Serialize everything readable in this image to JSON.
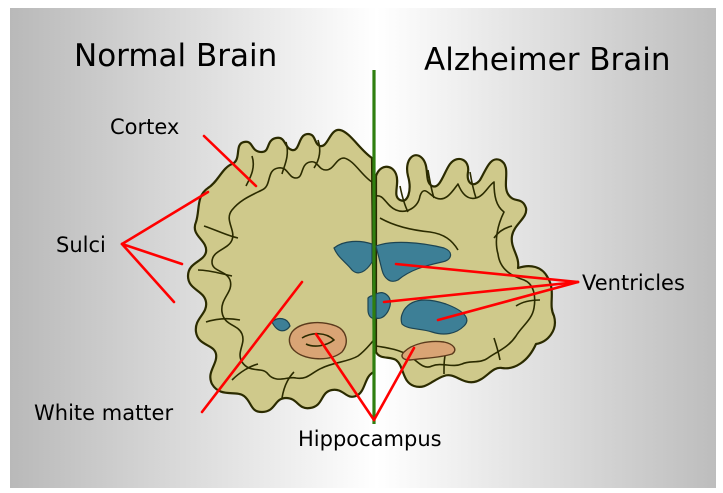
{
  "titles": {
    "left": "Normal Brain",
    "right": "Alzheimer Brain"
  },
  "labels": {
    "cortex": "Cortex",
    "sulci": "Sulci",
    "white_matter": "White matter",
    "hippocampus": "Hippocampus",
    "ventricles": "Ventricles"
  },
  "colors": {
    "cortex": "#cfc98b",
    "white_matter": "#fbf8dc",
    "ventricle": "#3d7f96",
    "hippocampus": "#d9a475",
    "leader": "#ff0000",
    "divider": "#2f7f10"
  }
}
